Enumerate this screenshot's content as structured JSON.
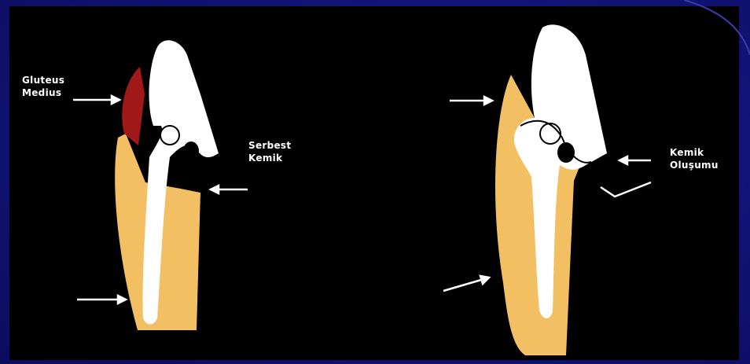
{
  "labels": {
    "gluteus": [
      "Gluteus",
      "Medius"
    ],
    "serbest": [
      "Serbest",
      "Kemik"
    ],
    "kemik_oluşumu": [
      "Kemik",
      "Oluşumu"
    ]
  },
  "colors": {
    "background": "#13137a",
    "panel": "#000000",
    "bone": "#ffffff",
    "muscle": "#a01818",
    "soft_tissue": "#f2bf62"
  }
}
